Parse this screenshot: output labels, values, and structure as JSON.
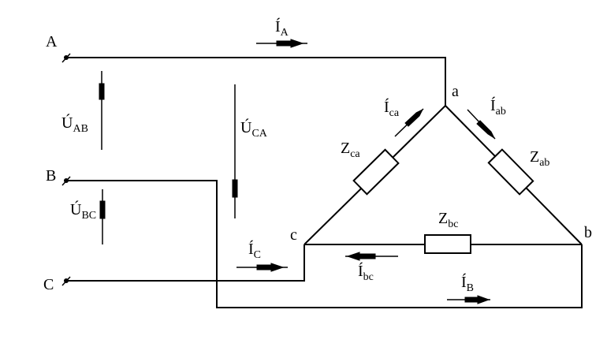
{
  "diagram": {
    "lines": {
      "A": "A",
      "B": "B",
      "C": "C"
    },
    "nodes": {
      "a": "a",
      "b": "b",
      "c": "c"
    },
    "currents": {
      "IA": {
        "main": "Í",
        "sub": "A"
      },
      "IB": {
        "main": "Í",
        "sub": "B"
      },
      "IC": {
        "main": "Í",
        "sub": "C"
      },
      "Iab": {
        "main": "Í",
        "sub": "ab"
      },
      "Ibc": {
        "main": "Í",
        "sub": "bc"
      },
      "Ica": {
        "main": "Í",
        "sub": "ca"
      }
    },
    "voltages": {
      "UAB": {
        "main": "Ú",
        "sub": "AB"
      },
      "UBC": {
        "main": "Ú",
        "sub": "BC"
      },
      "UCA": {
        "main": "Ú",
        "sub": "CA"
      }
    },
    "impedances": {
      "Zab": {
        "main": "Z",
        "sub": "ab"
      },
      "Zbc": {
        "main": "Z",
        "sub": "bc"
      },
      "Zca": {
        "main": "Z",
        "sub": "ca"
      }
    }
  }
}
